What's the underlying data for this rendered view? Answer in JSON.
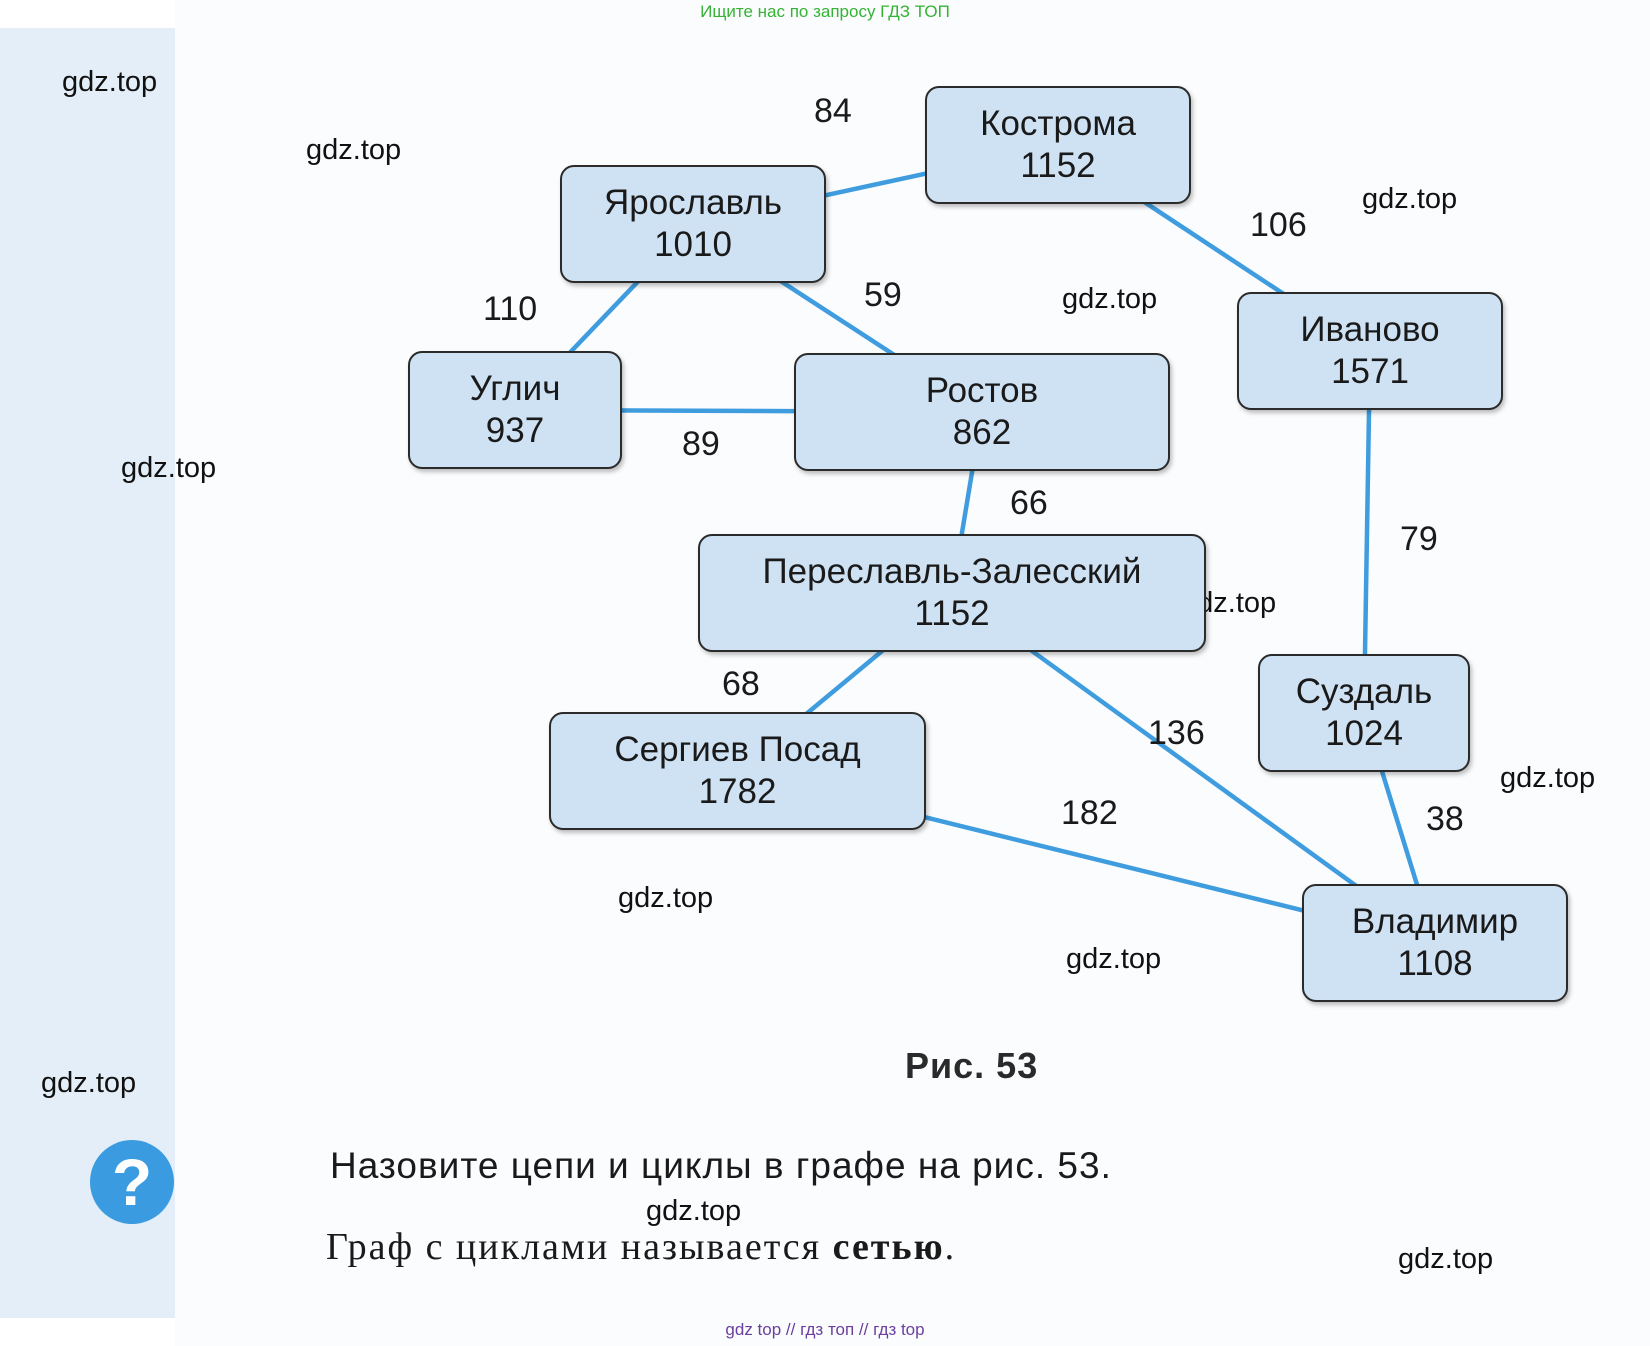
{
  "banner": "Ищите нас по запросу ГДЗ ТОП",
  "footer": "gdz top  //  гдз топ  //  гдз top",
  "watermark": "gdz.top",
  "colors": {
    "node_fill": "#cfe2f4",
    "edge": "#3f9ddf",
    "sidebar": "#e3eef8",
    "question_icon": "#3a9be0"
  },
  "graph": {
    "nodes": [
      {
        "id": "kostroma",
        "name": "Кострома",
        "value": "1152"
      },
      {
        "id": "yaroslavl",
        "name": "Ярославль",
        "value": "1010"
      },
      {
        "id": "ivanovo",
        "name": "Иваново",
        "value": "1571"
      },
      {
        "id": "uglich",
        "name": "Углич",
        "value": "937"
      },
      {
        "id": "rostov",
        "name": "Ростов",
        "value": "862"
      },
      {
        "id": "pereslavl",
        "name": "Переславль-Залесский",
        "value": "1152"
      },
      {
        "id": "suzdal",
        "name": "Суздаль",
        "value": "1024"
      },
      {
        "id": "sergiev",
        "name": "Сергиев Посад",
        "value": "1782"
      },
      {
        "id": "vladimir",
        "name": "Владимир",
        "value": "1108"
      }
    ],
    "edges": [
      {
        "from": "yaroslavl",
        "to": "kostroma",
        "weight": "84"
      },
      {
        "from": "kostroma",
        "to": "ivanovo",
        "weight": "106"
      },
      {
        "from": "yaroslavl",
        "to": "uglich",
        "weight": "110"
      },
      {
        "from": "yaroslavl",
        "to": "rostov",
        "weight": "59"
      },
      {
        "from": "uglich",
        "to": "rostov",
        "weight": "89"
      },
      {
        "from": "rostov",
        "to": "pereslavl",
        "weight": "66"
      },
      {
        "from": "ivanovo",
        "to": "suzdal",
        "weight": "79"
      },
      {
        "from": "pereslavl",
        "to": "sergiev",
        "weight": "68"
      },
      {
        "from": "pereslavl",
        "to": "vladimir",
        "weight": "136"
      },
      {
        "from": "sergiev",
        "to": "vladimir",
        "weight": "182"
      },
      {
        "from": "suzdal",
        "to": "vladimir",
        "weight": "38"
      }
    ]
  },
  "caption": "Рис.  53",
  "question": "Назовите цепи и циклы в графе на рис. 53.",
  "definition": {
    "prefix": "Граф с циклами называется",
    "term": "сетью",
    "suffix": "."
  },
  "question_icon": "?"
}
